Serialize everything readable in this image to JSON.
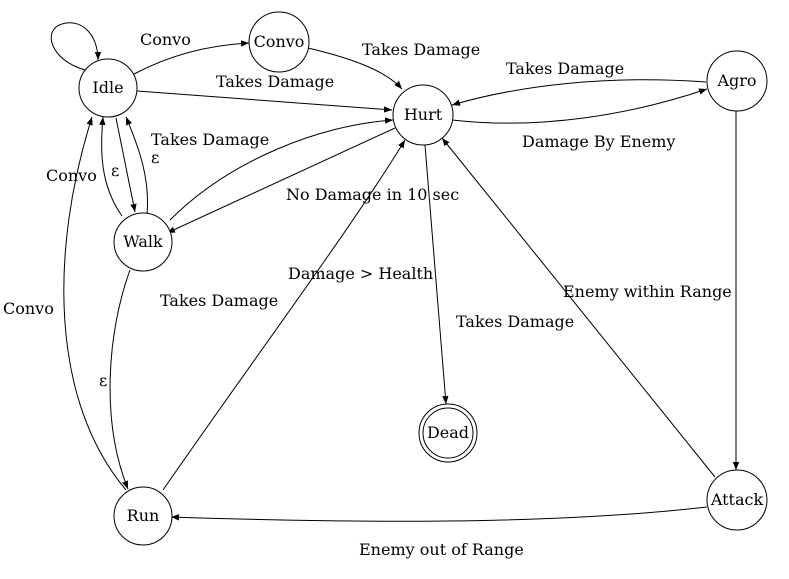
{
  "diagram": {
    "states": {
      "idle": "Idle",
      "convo": "Convo",
      "hurt": "Hurt",
      "agro": "Agro",
      "walk": "Walk",
      "run": "Run",
      "dead": "Dead",
      "attack": "Attack"
    },
    "transitions": {
      "idle_self_convo": "Convo",
      "convo_to_hurt": "Takes Damage",
      "idle_to_hurt": "Takes Damage",
      "agro_to_hurt": "Takes Damage",
      "hurt_to_agro": "Damage By Enemy",
      "walk_to_hurt": "Takes Damage",
      "walk_to_idle_eps": "ε",
      "idle_to_walk_eps": "ε",
      "idle_convo_left": "Convo",
      "hurt_to_walk": "No Damage in 10 sec",
      "hurt_to_dead": "Damage > Health",
      "run_to_hurt": "Takes Damage",
      "hurt_to_dead_2": "Takes Damage",
      "walk_to_run_eps": "ε",
      "run_to_idle_convo": "Convo",
      "attack_to_hurt": "Enemy within Range",
      "attack_to_run": "Enemy out of Range"
    }
  }
}
